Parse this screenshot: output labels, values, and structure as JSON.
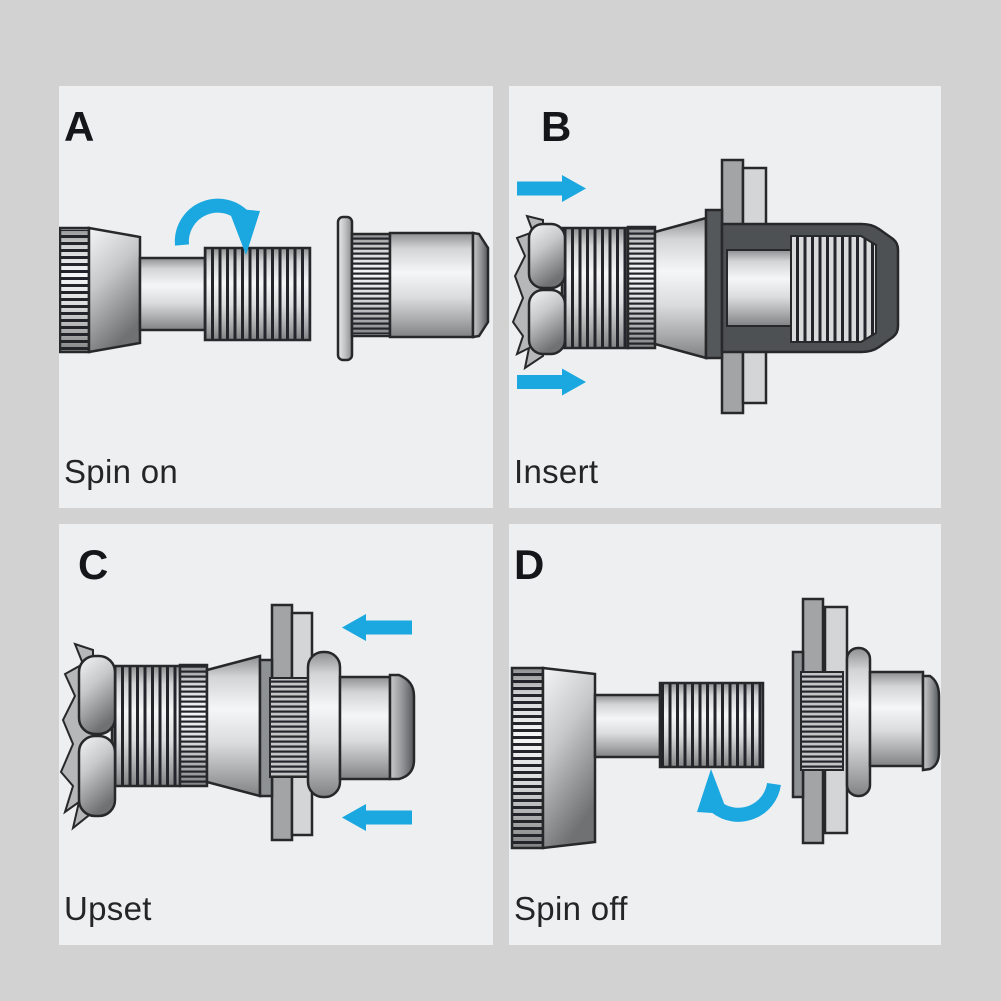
{
  "image": {
    "kind": "product instruction diagram",
    "subject": "rivet nut installation steps with hand tool"
  },
  "colors": {
    "background": "#d2d2d2",
    "panel_background": "#edeff0",
    "arrow_blue": "#1ba7e0",
    "outline": "#26282a",
    "letter_text": "#141619",
    "caption_text": "#232527"
  },
  "panels": [
    {
      "letter": "A",
      "caption": "Spin on",
      "motion": "rotate-clockwise"
    },
    {
      "letter": "B",
      "caption": "Insert",
      "motion": "push-right"
    },
    {
      "letter": "C",
      "caption": "Upset",
      "motion": "pull-left"
    },
    {
      "letter": "D",
      "caption": "Spin off",
      "motion": "rotate-counterclockwise"
    }
  ]
}
